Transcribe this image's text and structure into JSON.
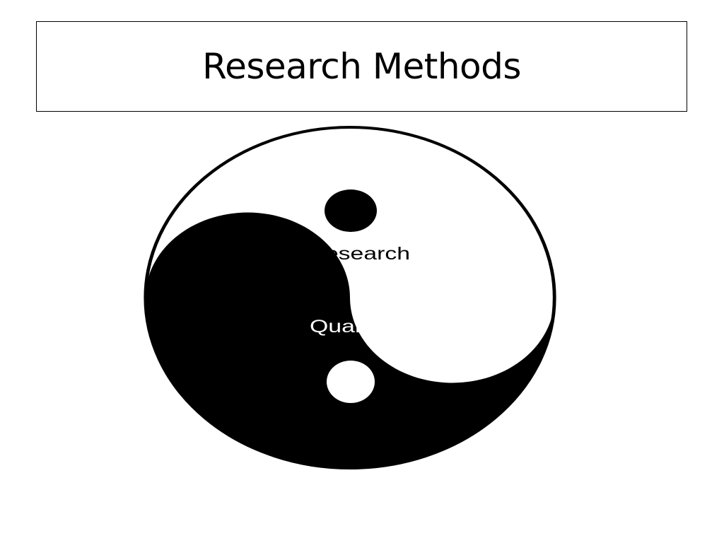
{
  "slide": {
    "title": "Research Methods"
  },
  "diagram": {
    "type": "yin-yang",
    "labels": {
      "upper": "Quantitative Research",
      "lower": "Qualitative Research"
    },
    "colors": {
      "light": "#ffffff",
      "dark": "#000000"
    }
  }
}
